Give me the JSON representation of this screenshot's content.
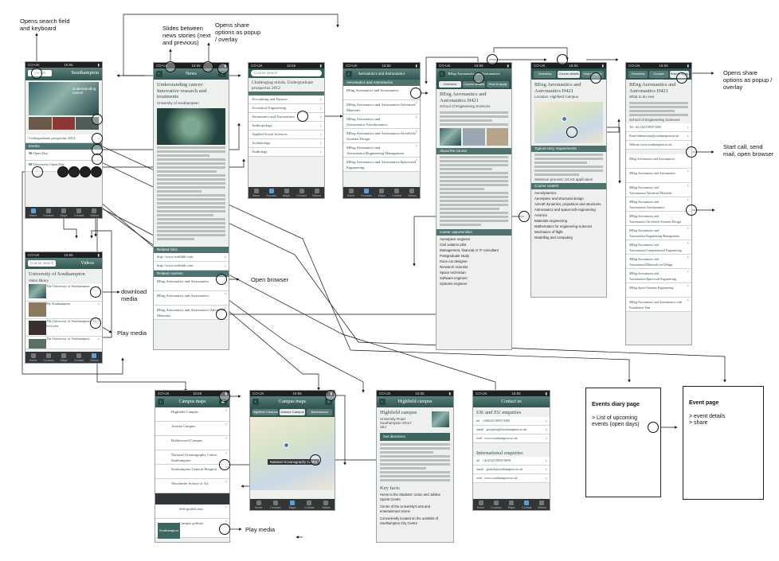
{
  "annotations": {
    "search": "Opens search field and keyboard",
    "slides": "Slides between news stories (next and previous)",
    "share_top": "Opens share options as popup / overlay",
    "share_right": "Opens share options as popup / overlay",
    "call": "Start call, send mail, open browser",
    "download": "download media",
    "play_left": "Play media",
    "open_browser": "Open browser",
    "play_bottom": "Play media"
  },
  "event_cards": [
    {
      "title": "Events diary page",
      "body": "> List of upcoming events (open days)"
    },
    {
      "title": "Event page",
      "body": "> event details\n> share"
    }
  ],
  "status": {
    "carrier": "CO-UK",
    "time": "15:55"
  },
  "tabs": [
    "Home",
    "Courses",
    "Maps",
    "Contact",
    "Videos"
  ],
  "screens": {
    "home": {
      "search": "Search",
      "brand": "Southampton",
      "hero": "Understanding cancer",
      "row": "Undergraduate prospectus 2012",
      "events_label": "Events",
      "event1_date": "30",
      "event1": "Open Day",
      "event2_date": "08",
      "event2": "University Open Day"
    },
    "news": {
      "nav": "News",
      "title": "Understanding cancer: Innovative research and treatments",
      "byline": "University of Southampton",
      "related_links": "Related links",
      "link1": "http://www.weblink.com",
      "link2": "http://www.weblink.com",
      "related_courses": "Related courses",
      "course1": "BEng Aeronautics and Astronautics",
      "course2": "BEng Aeronautics and Astronautics",
      "course3": "BEng Aeronautics and Astronautics/Advanced Materials"
    },
    "courses": {
      "search": "Course search",
      "heading": "Challenging minds, Undergraduate prospectus 2012",
      "items": [
        "Accounting and Finance",
        "Acoustical Engineering",
        "Aeronautics and Astronautics",
        "Anthropology",
        "Applied Social Sciences",
        "Archaeology",
        "Audiology"
      ]
    },
    "course_list": {
      "nav": "Aeronautics and Astronautics",
      "section": "Aeronautics and Astronautics",
      "items": [
        "BEng Aeronautics and Astronautics",
        "MEng Aeronautics and Astronautics/Advanced Materials",
        "MEng Aeronautics and Astronautics/Aerodynamics",
        "MEng Aeronautics and Astronautics/Airvehicle Systems Design",
        "MEng Aeronautics and Astronautics/Engineering Management",
        "MEng Aeronautics and Astronautics/Spacecraft Engineering"
      ]
    },
    "overview": {
      "nav": "BEng Aeronautics and Astronautics",
      "segs": [
        "Overview",
        "Course details",
        "How to apply"
      ],
      "title": "BEng Aeronautics and Astronautics H421",
      "school": "School of Engineering Sciences",
      "about": "About the course",
      "careers": "Career opportunities",
      "careers_list": [
        "Aerospace engineer",
        "Civil aviation pilot",
        "Management, financial or IT consultant",
        "Postgraduate study",
        "Race car designer",
        "Research scientist",
        "Space technician",
        "Software engineer",
        "Systems engineer"
      ]
    },
    "details": {
      "segs": [
        "Overview",
        "Course details",
        "How to apply"
      ],
      "title": "BEng Aeronautics and Astronautics H421",
      "location": "Location: Highfield Campus",
      "entry": "Typical entry requirements",
      "ucas": "Selection process: UCAS application",
      "content": "Course content",
      "content_list": [
        "Aerodynamics",
        "Aerospace and structural design",
        "Aircraft dynamics, propulsion and structures",
        "Astronautics and spacecraft engineering",
        "Avionics",
        "Materials engineering",
        "Mathematics for engineering sciences",
        "Mechanics of flight",
        "Modelling and computing"
      ]
    },
    "apply": {
      "segs": [
        "Overview",
        "Course details",
        "How to apply"
      ],
      "title": "BEng Aeronautics and Astronautics H421",
      "sub": "What to do next",
      "school": "School of Engineering Sciences",
      "tel_label": "Tel",
      "tel": "+44 (0)23 8059 5000",
      "email_label": "Email",
      "email": "admissions@southampton.ac.uk",
      "web_label": "Website",
      "web": "www.southampton.ac.uk",
      "courses": [
        "BEng Aeronautics and Astronautics",
        "MEng Aeronautics and Astronautics",
        "MEng Aeronautics and Astronautics/Advanced Materials",
        "MEng Aeronautics and Astronautics/Aerodynamics",
        "MEng Aeronautics and Astronautics/Airvehicle Systems Design",
        "MEng Aeronautics and Astronautics/Engineering Management",
        "MEng Aeronautics and Astronautics/Computational Engineering",
        "MEng Aeronautics and Astronautics/Materials for Design",
        "MEng Aeronautics and Astronautics/Spacecraft Engineering",
        "MEng Space Systems Engineering",
        "MEng Aeronautics and Astronautics with Foundation Year"
      ]
    },
    "videos": {
      "search": "Course search",
      "nav": "Videos",
      "title": "University of Southampton",
      "library": "Video library",
      "v1": "The University of Southampton",
      "v2": "My Southampton",
      "v3": "The University of Southampton - My first year",
      "v4": "The University of Southampton"
    },
    "maps": {
      "nav": "Campus maps",
      "items": [
        "Highfield Campus",
        "Avenue Campus",
        "Boldrewood Campus",
        "National Oceanography Centre, Southampton",
        "Southampton General Hospital",
        "Winchester School of Art"
      ],
      "tour": "Self-guided tour",
      "podcast": "Campus podcast",
      "brand": "Southampton"
    },
    "map": {
      "nav": "Campus maps",
      "segs": [
        "Highfield Campus",
        "Avenue Campus",
        "Boldrewood Campus"
      ],
      "pin": "National Oceanography Centre"
    },
    "campus": {
      "nav": "Highfield campus",
      "title": "Highfield campus",
      "address": "University Road Southampton SO17 1BJ",
      "directions": "Get directions",
      "facts": "Key facts",
      "facts_list": [
        "Home to the Students' Union and Jubilee Sports Centre",
        "Centre of the University's arts and entertainment scene",
        "Conveniently located on the outskirts of Southampton City Centre"
      ]
    },
    "contact": {
      "nav": "Contact us",
      "uk": "UK and EU enquiries",
      "intl": "International enquiries",
      "tel_label": "tel",
      "email_label": "email",
      "web_label": "web",
      "uk_tel": "+44(0)23 8059 5000",
      "uk_email": "prospenq@southampton.ac.uk",
      "uk_web": "www.southampton.ac.uk",
      "intl_tel": "+44 (0)23 8059 9699",
      "intl_email": "global@southampton.ac.uk",
      "intl_web": "www.southampton.ac.uk"
    }
  },
  "colors": {
    "navbar": "#2f5652",
    "accent": "#4f7470",
    "tabbar": "#333639"
  }
}
